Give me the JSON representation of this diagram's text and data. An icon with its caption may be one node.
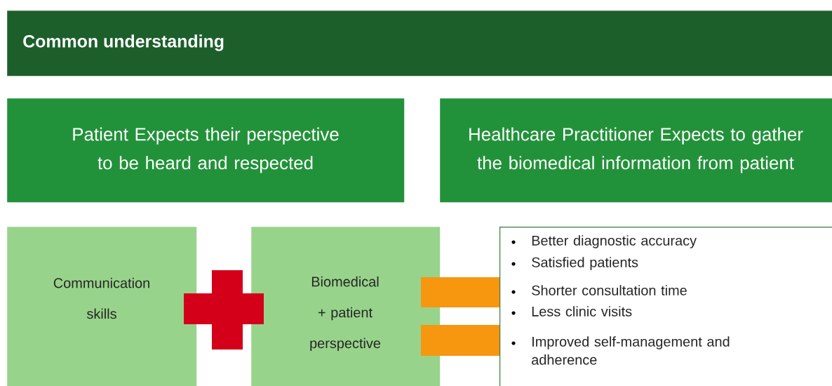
{
  "diagram": {
    "nodes": [
      {
        "text": [
          "Common understanding"
        ]
      },
      {
        "text": [
          "Patient Expects their perspective to be heard and respected"
        ]
      },
      {
        "text": [
          "Healthcare Practitioner Expects to gather the biomedical information from patient"
        ]
      },
      {
        "text": [
          "Communication skills"
        ]
      },
      {
        "text": [],
        "shape": "cross"
      },
      {
        "text": [
          "Biomedical + patient perspective"
        ]
      },
      {
        "text": [],
        "shape": "bars"
      },
      {
        "text": [
          "Better diagnostic accuracy",
          "Satisfied patients",
          "Shorter consultation time",
          "Less clinic visits",
          "Improved self-management and adherence"
        ]
      }
    ]
  }
}
